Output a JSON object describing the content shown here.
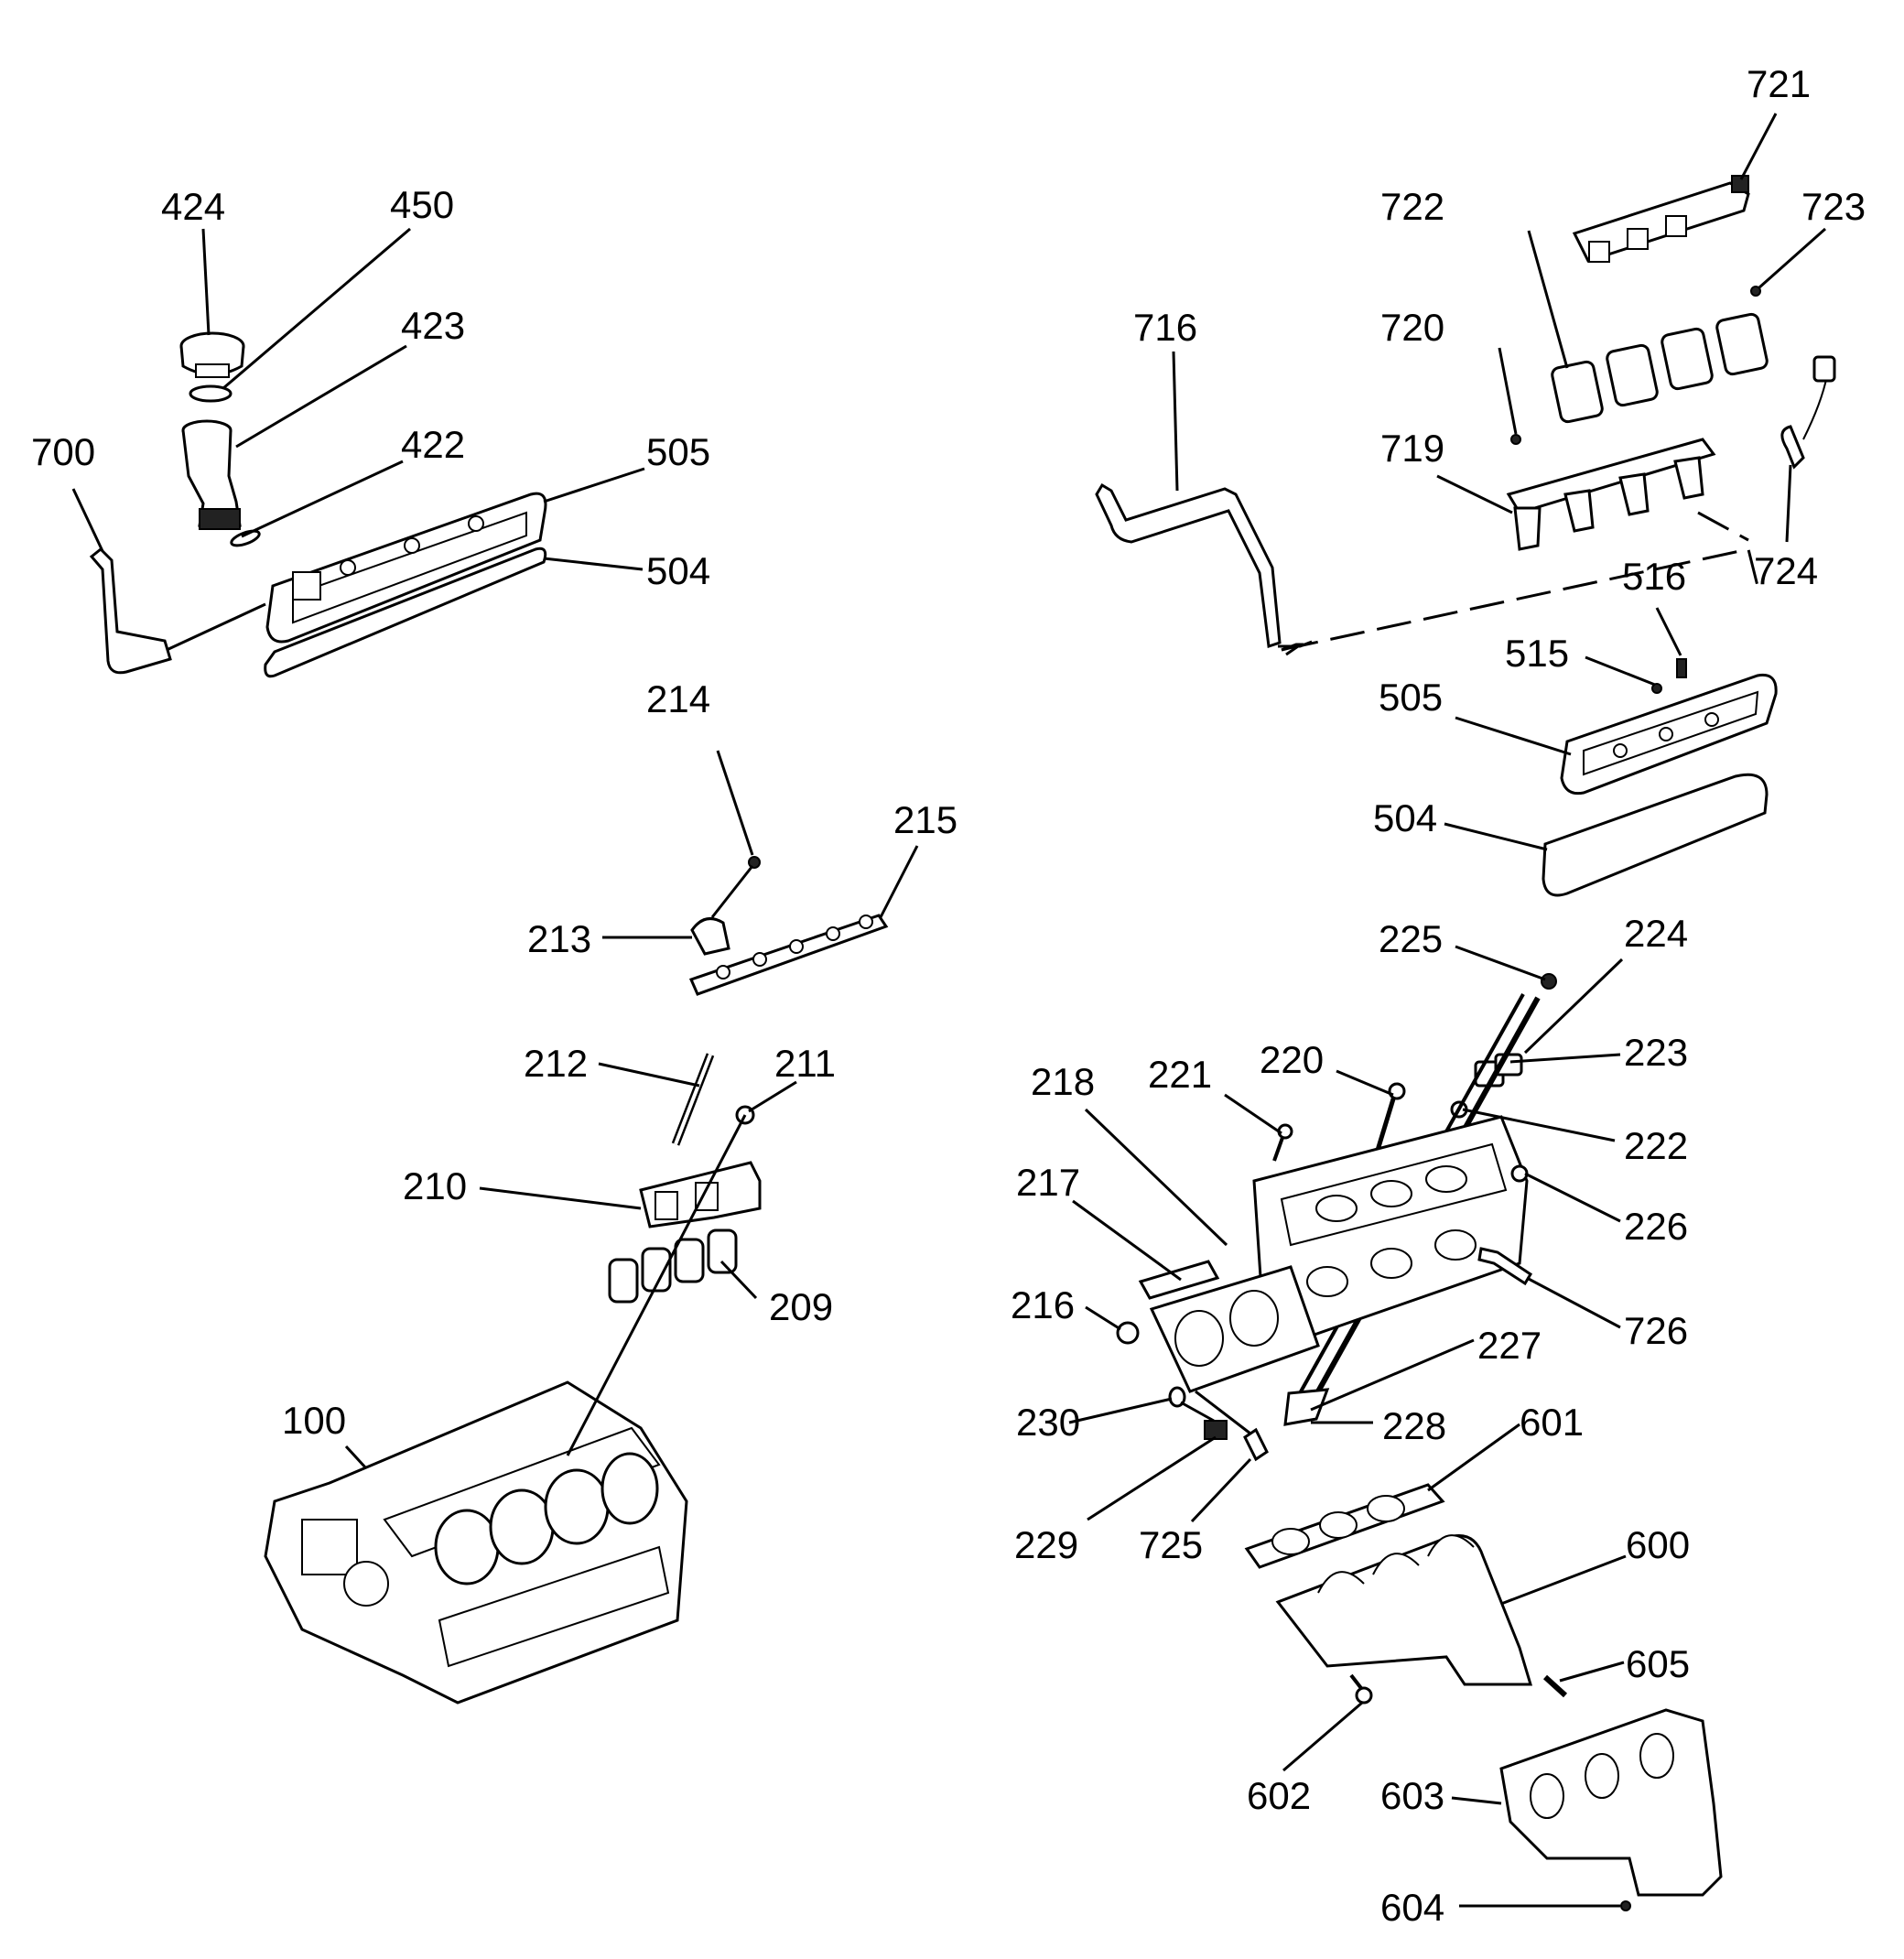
{
  "callouts": {
    "c721": "721",
    "c722": "722",
    "c723": "723",
    "c716": "716",
    "c720": "720",
    "c719": "719",
    "c724": "724",
    "c516": "516",
    "c515": "515",
    "c505r": "505",
    "c504r": "504",
    "c225": "225",
    "c224": "224",
    "c223": "223",
    "c222": "222",
    "c220": "220",
    "c221": "221",
    "c218": "218",
    "c217": "217",
    "c226": "226",
    "c216": "216",
    "c726": "726",
    "c227": "227",
    "c228": "228",
    "c230": "230",
    "c601": "601",
    "c229": "229",
    "c725": "725",
    "c600": "600",
    "c605": "605",
    "c602": "602",
    "c603": "603",
    "c604": "604",
    "c424": "424",
    "c450": "450",
    "c423": "423",
    "c422": "422",
    "c505l": "505",
    "c700": "700",
    "c504l": "504",
    "c214": "214",
    "c215": "215",
    "c213": "213",
    "c212": "212",
    "c211": "211",
    "c210": "210",
    "c209": "209",
    "c100": "100"
  }
}
